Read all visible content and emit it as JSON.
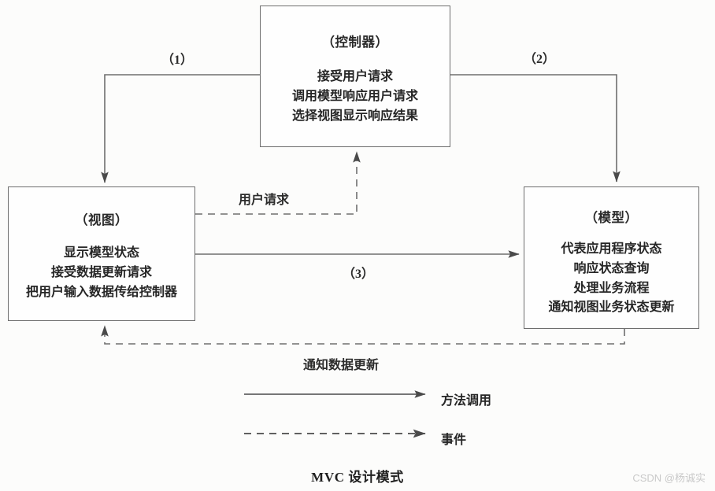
{
  "diagram": {
    "caption": "MVC 设计模式",
    "nodes": {
      "controller": {
        "title": "（控制器）",
        "lines": [
          "接受用户请求",
          "调用模型响应用户请求",
          "选择视图显示响应结果"
        ]
      },
      "view": {
        "title": "（视图）",
        "lines": [
          "显示模型状态",
          "接受数据更新请求",
          "把用户输入数据传给控制器"
        ]
      },
      "model": {
        "title": "（模型）",
        "lines": [
          "代表应用程序状态",
          "响应状态查询",
          "处理业务流程",
          "通知视图业务状态更新"
        ]
      }
    },
    "edges": {
      "step1": "（1）",
      "step2": "（2）",
      "step3": "（3）",
      "user_request": "用户请求",
      "notify_data_update": "通知数据更新"
    },
    "legend": [
      {
        "label": "方法调用",
        "style": "solid"
      },
      {
        "label": "事件",
        "style": "dashed"
      }
    ],
    "colors": {
      "stroke": "#6e6e6e",
      "text": "#262626",
      "background": "#fcfcfb",
      "watermark": "#c9c9c9"
    }
  },
  "watermark": "CSDN @杨诚实"
}
